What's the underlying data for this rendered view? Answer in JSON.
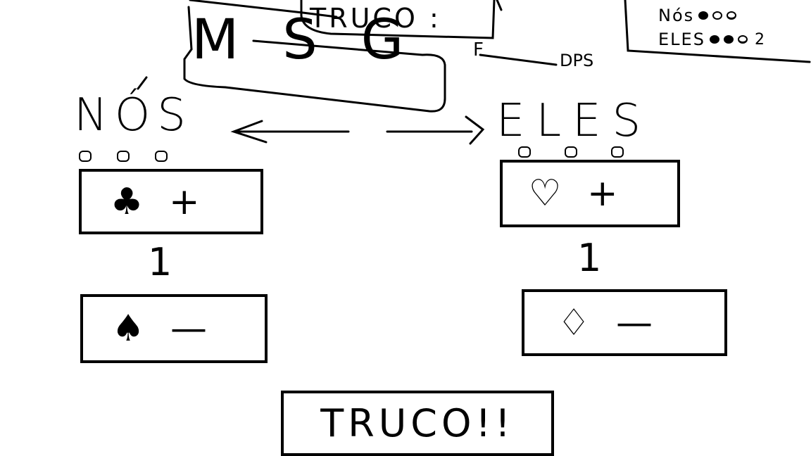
{
  "header": {
    "title": "TRUCO :",
    "message_box": "MSG",
    "f_label": "F",
    "dps_label": "DPS"
  },
  "scoreboard": {
    "nos_label": "Nós",
    "eles_label": "ELES",
    "nos_score": "",
    "eles_score": "2"
  },
  "teams": {
    "nos": {
      "heading": "NÓS",
      "pips": 3,
      "plus_suit": "♣",
      "plus_label": "+",
      "step": "1",
      "minus_suit": "♠",
      "minus_label": "—"
    },
    "eles": {
      "heading": "ELES",
      "pips": 3,
      "plus_suit": "♡",
      "plus_label": "+",
      "step": "1",
      "minus_suit": "♢",
      "minus_label": "—"
    }
  },
  "actions": {
    "truco_label": "TRUCO!!"
  }
}
